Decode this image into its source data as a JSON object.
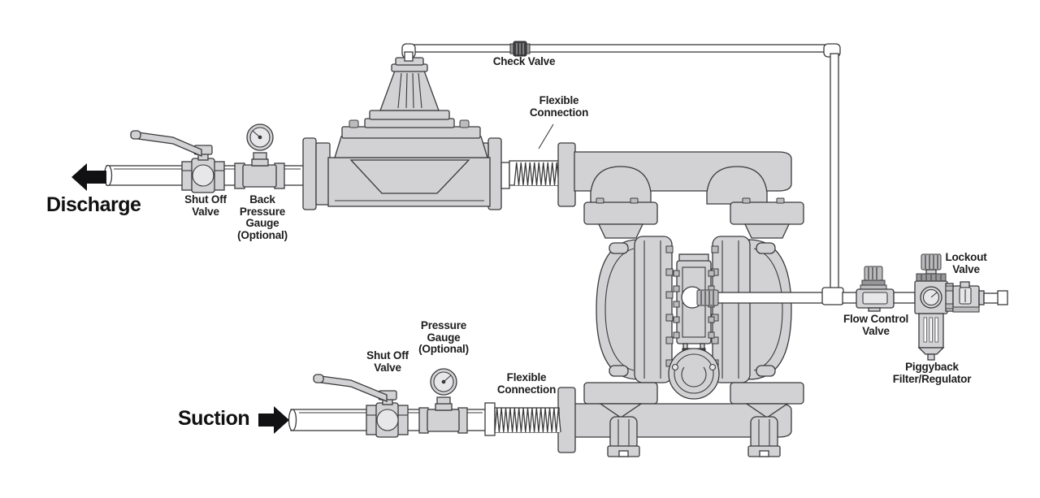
{
  "diagram": {
    "colors": {
      "part_fill": "#d2d2d4",
      "outline": "#3a3a3c",
      "label_text": "#1d1d1f",
      "arrow": "#111113"
    },
    "labels": {
      "discharge": "Discharge",
      "suction": "Suction",
      "shut_off_valve_discharge": "Shut Off\nValve",
      "back_pressure_gauge": "Back\nPressure\nGauge\n(Optional)",
      "check_valve": "Check Valve",
      "flexible_connection_top": "Flexible\nConnection",
      "flexible_connection_bottom": "Flexible\nConnection",
      "pressure_gauge": "Pressure\nGauge\n(Optional)",
      "shut_off_valve_suction": "Shut Off\nValve",
      "flow_control_valve": "Flow Control\nValve",
      "lockout_valve": "Lockout\nValve",
      "piggyback_filter_regulator": "Piggyback\nFilter/Regulator"
    }
  }
}
